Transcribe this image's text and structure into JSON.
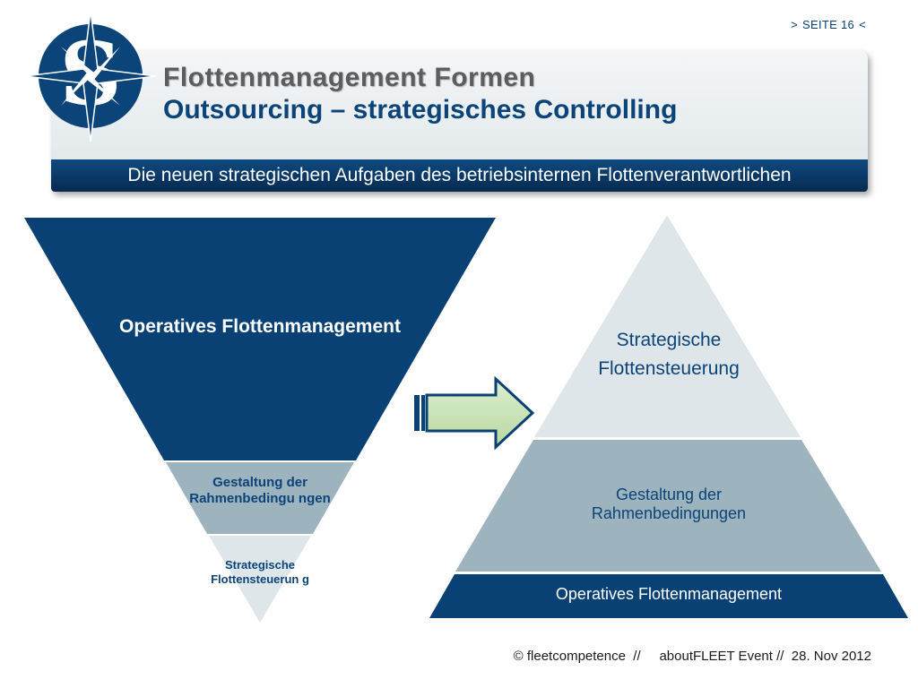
{
  "header": {
    "page_number": {
      "prefix": ">",
      "label": "SEITE 16",
      "suffix": "<"
    },
    "title": "Flottenmanagement Formen",
    "subtitle": "Outsourcing – strategisches Controlling",
    "banner_text": "Die neuen strategischen Aufgaben des betriebsinternen Flottenverantwortlichen"
  },
  "logo": {
    "letter": "S",
    "icon": "compass-rose-icon"
  },
  "diagram": {
    "inverted_pyramid": {
      "top": "Operatives Flottenmanagement",
      "middle": "Gestaltung der Rahmenbedingu ngen",
      "bottom": "Strategische Flottensteuerun g"
    },
    "arrow_icon": "right-arrow-icon",
    "pyramid": {
      "top": "Strategische Flottensteuerung",
      "middle": "Gestaltung der Rahmenbedingungen",
      "bottom": "Operatives Flottenmanagement"
    }
  },
  "footer": {
    "text": "© fleetcompetence  //     aboutFLEET Event //  28. Nov 2012"
  },
  "colors": {
    "dark_blue": "#0a4175",
    "steel_blue": "#9eb3bf",
    "light_gray": "#dfe6ea",
    "arrow_green": "#c8e0b4"
  }
}
